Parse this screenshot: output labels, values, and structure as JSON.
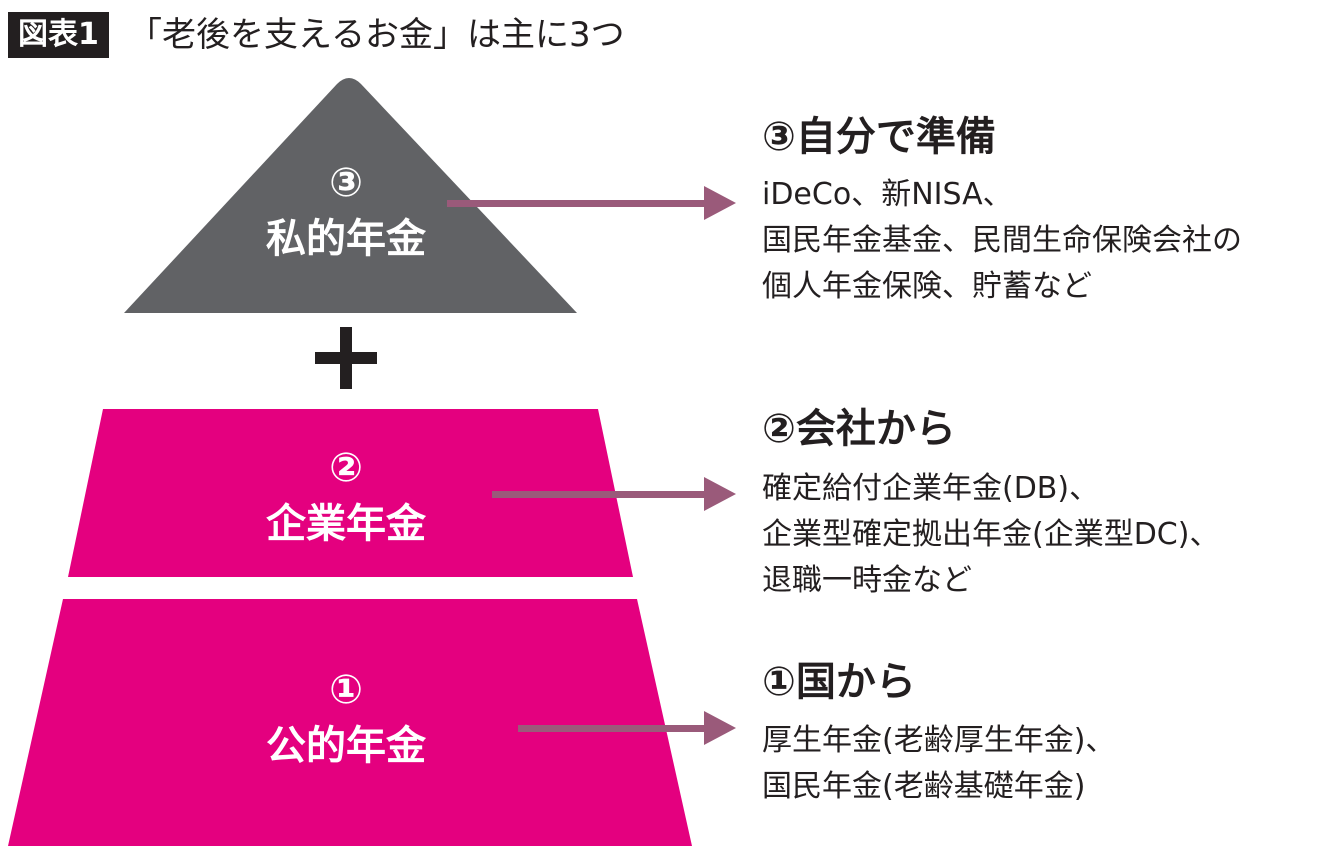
{
  "figure": {
    "badge": "図表1",
    "title": "「老後を支えるお金」は主に3つ"
  },
  "colors": {
    "private_tier": "#616265",
    "corporate_tier": "#e4007f",
    "public_tier": "#e4007f",
    "arrow": "#9a5a7a",
    "text": "#231f20"
  },
  "tiers": [
    {
      "number": "③",
      "name": "私的年金",
      "heading": "③自分で準備",
      "lines": [
        "iDeCo、新NISA、",
        "国民年金基金、民間生命保険会社の",
        "個人年金保険、貯蓄など"
      ]
    },
    {
      "number": "②",
      "name": "企業年金",
      "heading": "②会社から",
      "lines": [
        "確定給付企業年金(DB)、",
        "企業型確定拠出年金(企業型DC)、",
        "退職一時金など"
      ]
    },
    {
      "number": "①",
      "name": "公的年金",
      "heading": "①国から",
      "lines": [
        "厚生年金(老齢厚生年金)、",
        "国民年金(老齢基礎年金)"
      ]
    }
  ]
}
